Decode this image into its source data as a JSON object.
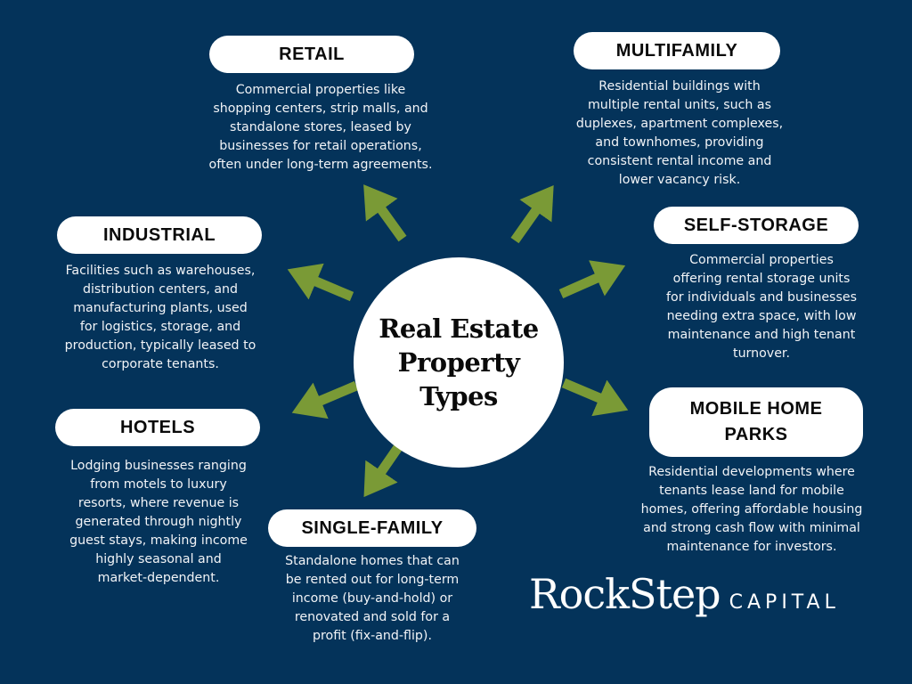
{
  "title": "Real Estate Property Types",
  "colors": {
    "background": "#04335a",
    "arrow": "#7a9a36",
    "pill": "#ffffff",
    "text": "#f2f4f7"
  },
  "center": {
    "title": "Real Estate\nProperty\nTypes"
  },
  "property_types": [
    {
      "id": "retail",
      "label": "RETAIL",
      "description": "Commercial properties like\nshopping centers, strip malls, and\nstandalone stores, leased by\nbusinesses for retail operations,\noften under long-term agreements."
    },
    {
      "id": "multifamily",
      "label": "MULTIFAMILY",
      "description": "Residential buildings with\nmultiple rental units, such as\nduplexes, apartment complexes,\nand townhomes, providing\nconsistent rental income and\nlower vacancy risk."
    },
    {
      "id": "industrial",
      "label": "INDUSTRIAL",
      "description": "Facilities such as warehouses,\ndistribution centers, and\nmanufacturing plants, used\nfor logistics, storage, and\nproduction, typically leased to\ncorporate tenants."
    },
    {
      "id": "self-storage",
      "label": "SELF-STORAGE",
      "description": "Commercial properties\noffering rental storage units\nfor individuals and businesses\nneeding extra space, with low\nmaintenance and high tenant\nturnover."
    },
    {
      "id": "hotels",
      "label": "HOTELS",
      "description": "Lodging businesses ranging\nfrom motels to luxury\nresorts, where revenue is\ngenerated through nightly\nguest stays, making income\nhighly seasonal and\nmarket-dependent."
    },
    {
      "id": "mobile-home-parks",
      "label": "MOBILE HOME\nPARKS",
      "description": "Residential developments where\ntenants lease land for mobile\nhomes, offering affordable housing\nand strong cash flow with minimal\nmaintenance for investors."
    },
    {
      "id": "single-family",
      "label": "SINGLE-FAMILY",
      "description": "Standalone homes that can\nbe rented out for long-term\nincome (buy-and-hold) or\nrenovated and sold for a\nprofit (fix-and-flip)."
    }
  ],
  "logo": {
    "name": "RockStep",
    "suffix": "CAPITAL"
  }
}
